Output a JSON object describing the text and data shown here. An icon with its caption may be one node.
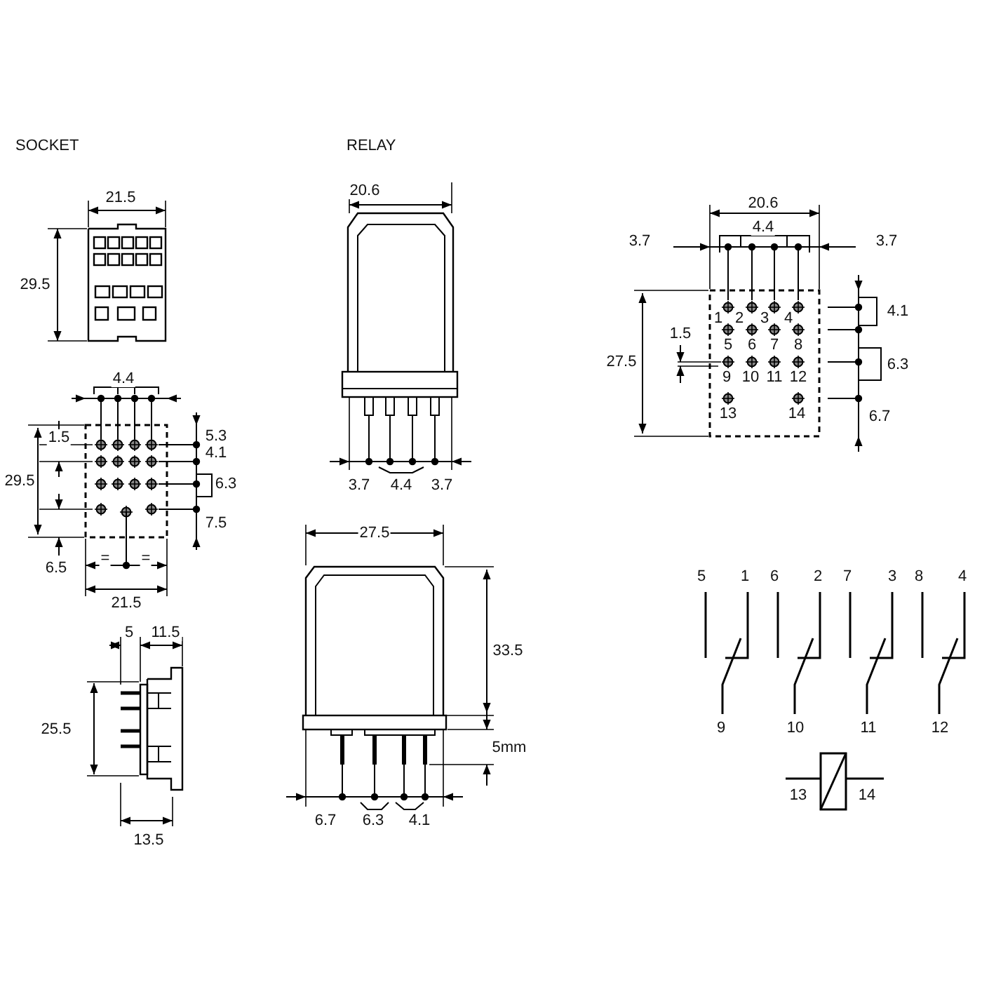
{
  "diagram": {
    "labels": [
      "SOCKET",
      "RELAY",
      "21.5",
      "20.6",
      "20.6",
      "4.4",
      "3.7",
      "3.7",
      "29.5",
      "1",
      "2",
      "3",
      "4",
      "4.1",
      "5",
      "6",
      "7",
      "8",
      "1.5",
      "27.5",
      "9",
      "10",
      "11",
      "12",
      "6.3",
      "13",
      "14",
      "6.7",
      "4.4",
      "1.5",
      "5.3",
      "4.1",
      "29.5",
      "6.3",
      "3.7",
      "4.4",
      "3.7",
      "7.5",
      "27.5",
      "=",
      "=",
      "6.5",
      "21.5",
      "5",
      "1",
      "6",
      "2",
      "7",
      "3",
      "8",
      "4",
      "5",
      "11.5",
      "33.5",
      "25.5",
      "9",
      "10",
      "11",
      "12",
      "5mm",
      "13",
      "14",
      "6.7",
      "6.3",
      "4.1",
      "13.5"
    ]
  }
}
